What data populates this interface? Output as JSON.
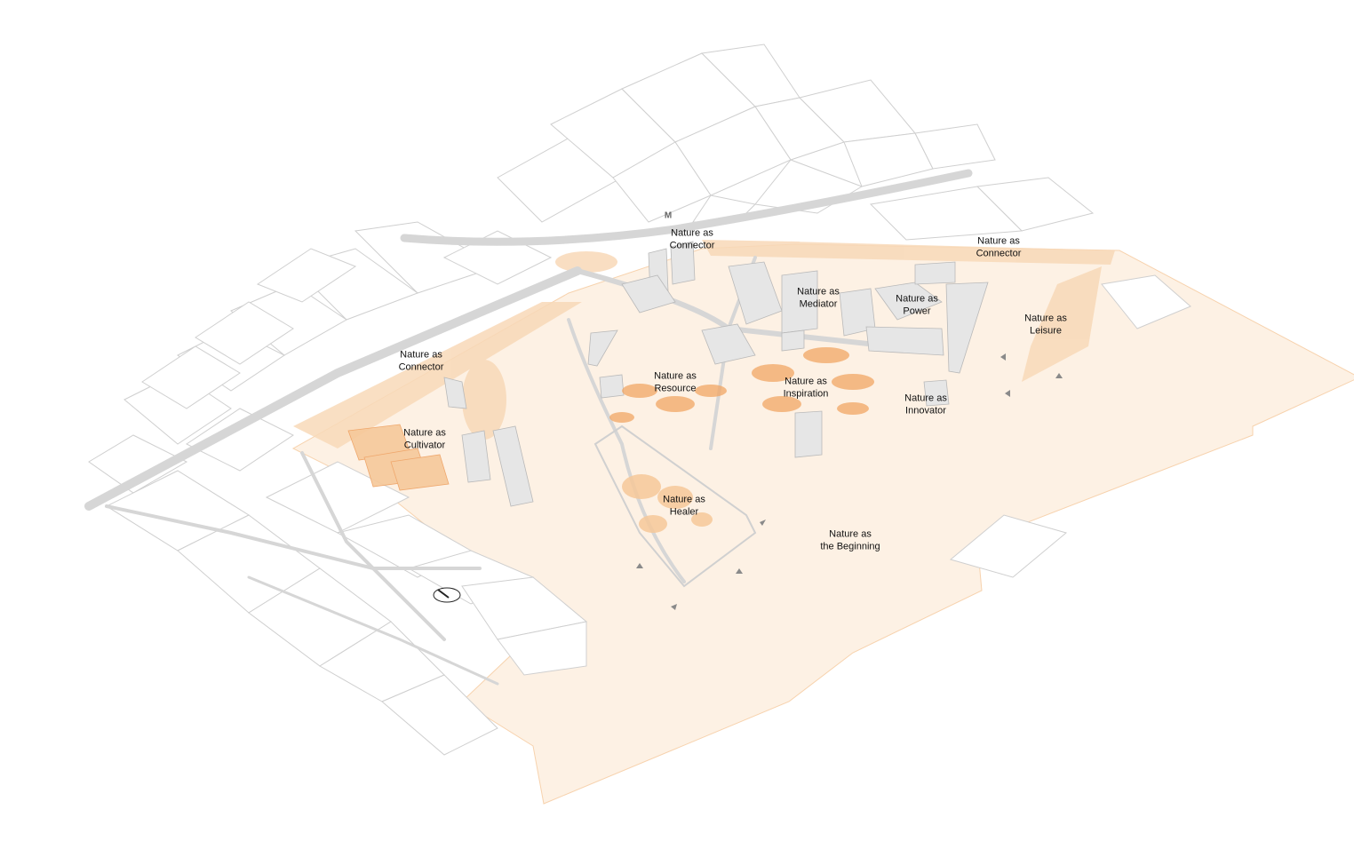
{
  "metro_label": "M",
  "labels": [
    {
      "id": "connector-top",
      "line1": "Nature as",
      "line2": "Connector"
    },
    {
      "id": "connector-right",
      "line1": "Nature as",
      "line2": "Connector"
    },
    {
      "id": "mediator",
      "line1": "Nature as",
      "line2": "Mediator"
    },
    {
      "id": "power",
      "line1": "Nature as",
      "line2": "Power"
    },
    {
      "id": "leisure",
      "line1": "Nature as",
      "line2": "Leisure"
    },
    {
      "id": "connector-left",
      "line1": "Nature as",
      "line2": "Connector"
    },
    {
      "id": "resource",
      "line1": "Nature as",
      "line2": "Resource"
    },
    {
      "id": "inspiration",
      "line1": "Nature as",
      "line2": "Inspiration"
    },
    {
      "id": "innovator",
      "line1": "Nature as",
      "line2": "Innovator"
    },
    {
      "id": "cultivator",
      "line1": "Nature as",
      "line2": "Cultivator"
    },
    {
      "id": "healer",
      "line1": "Nature as",
      "line2": "Healer"
    },
    {
      "id": "beginning",
      "line1": "Nature as",
      "line2": "the Beginning"
    }
  ],
  "colors": {
    "site_fill": "#fdf1e4",
    "orange_soft": "#f8d9b8",
    "orange_accent": "#f2a765",
    "road": "#d6d6d6",
    "block_stroke": "#c9c9c9",
    "building": "#e6e6e6"
  }
}
